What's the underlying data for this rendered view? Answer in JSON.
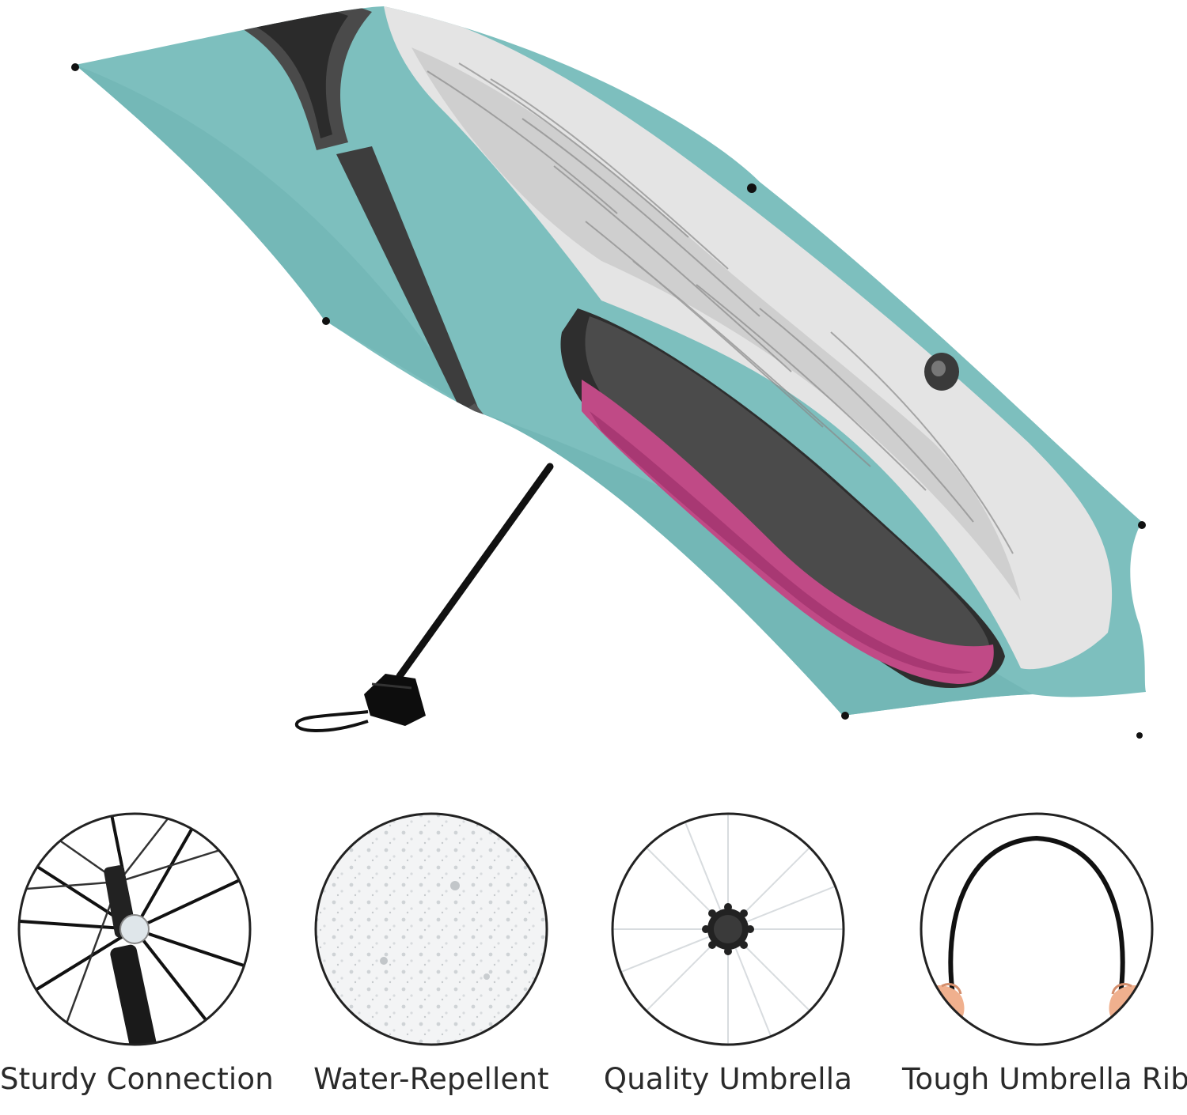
{
  "colors": {
    "canopy": "#7dbfbe",
    "canopy_shade": "#6fb3b2",
    "headphone_pad": "#c04a86",
    "frame": "#111111",
    "label_text": "#2a2a2a"
  },
  "features": [
    {
      "label": "Sturdy Connection",
      "icon": "umbrella-frame-closeup"
    },
    {
      "label": "Water-Repellent",
      "icon": "water-droplets-fabric"
    },
    {
      "label": "Quality Umbrella",
      "icon": "umbrella-top-canopy"
    },
    {
      "label": "Tough Umbrella Ribs",
      "icon": "flexible-rib-hands"
    }
  ]
}
